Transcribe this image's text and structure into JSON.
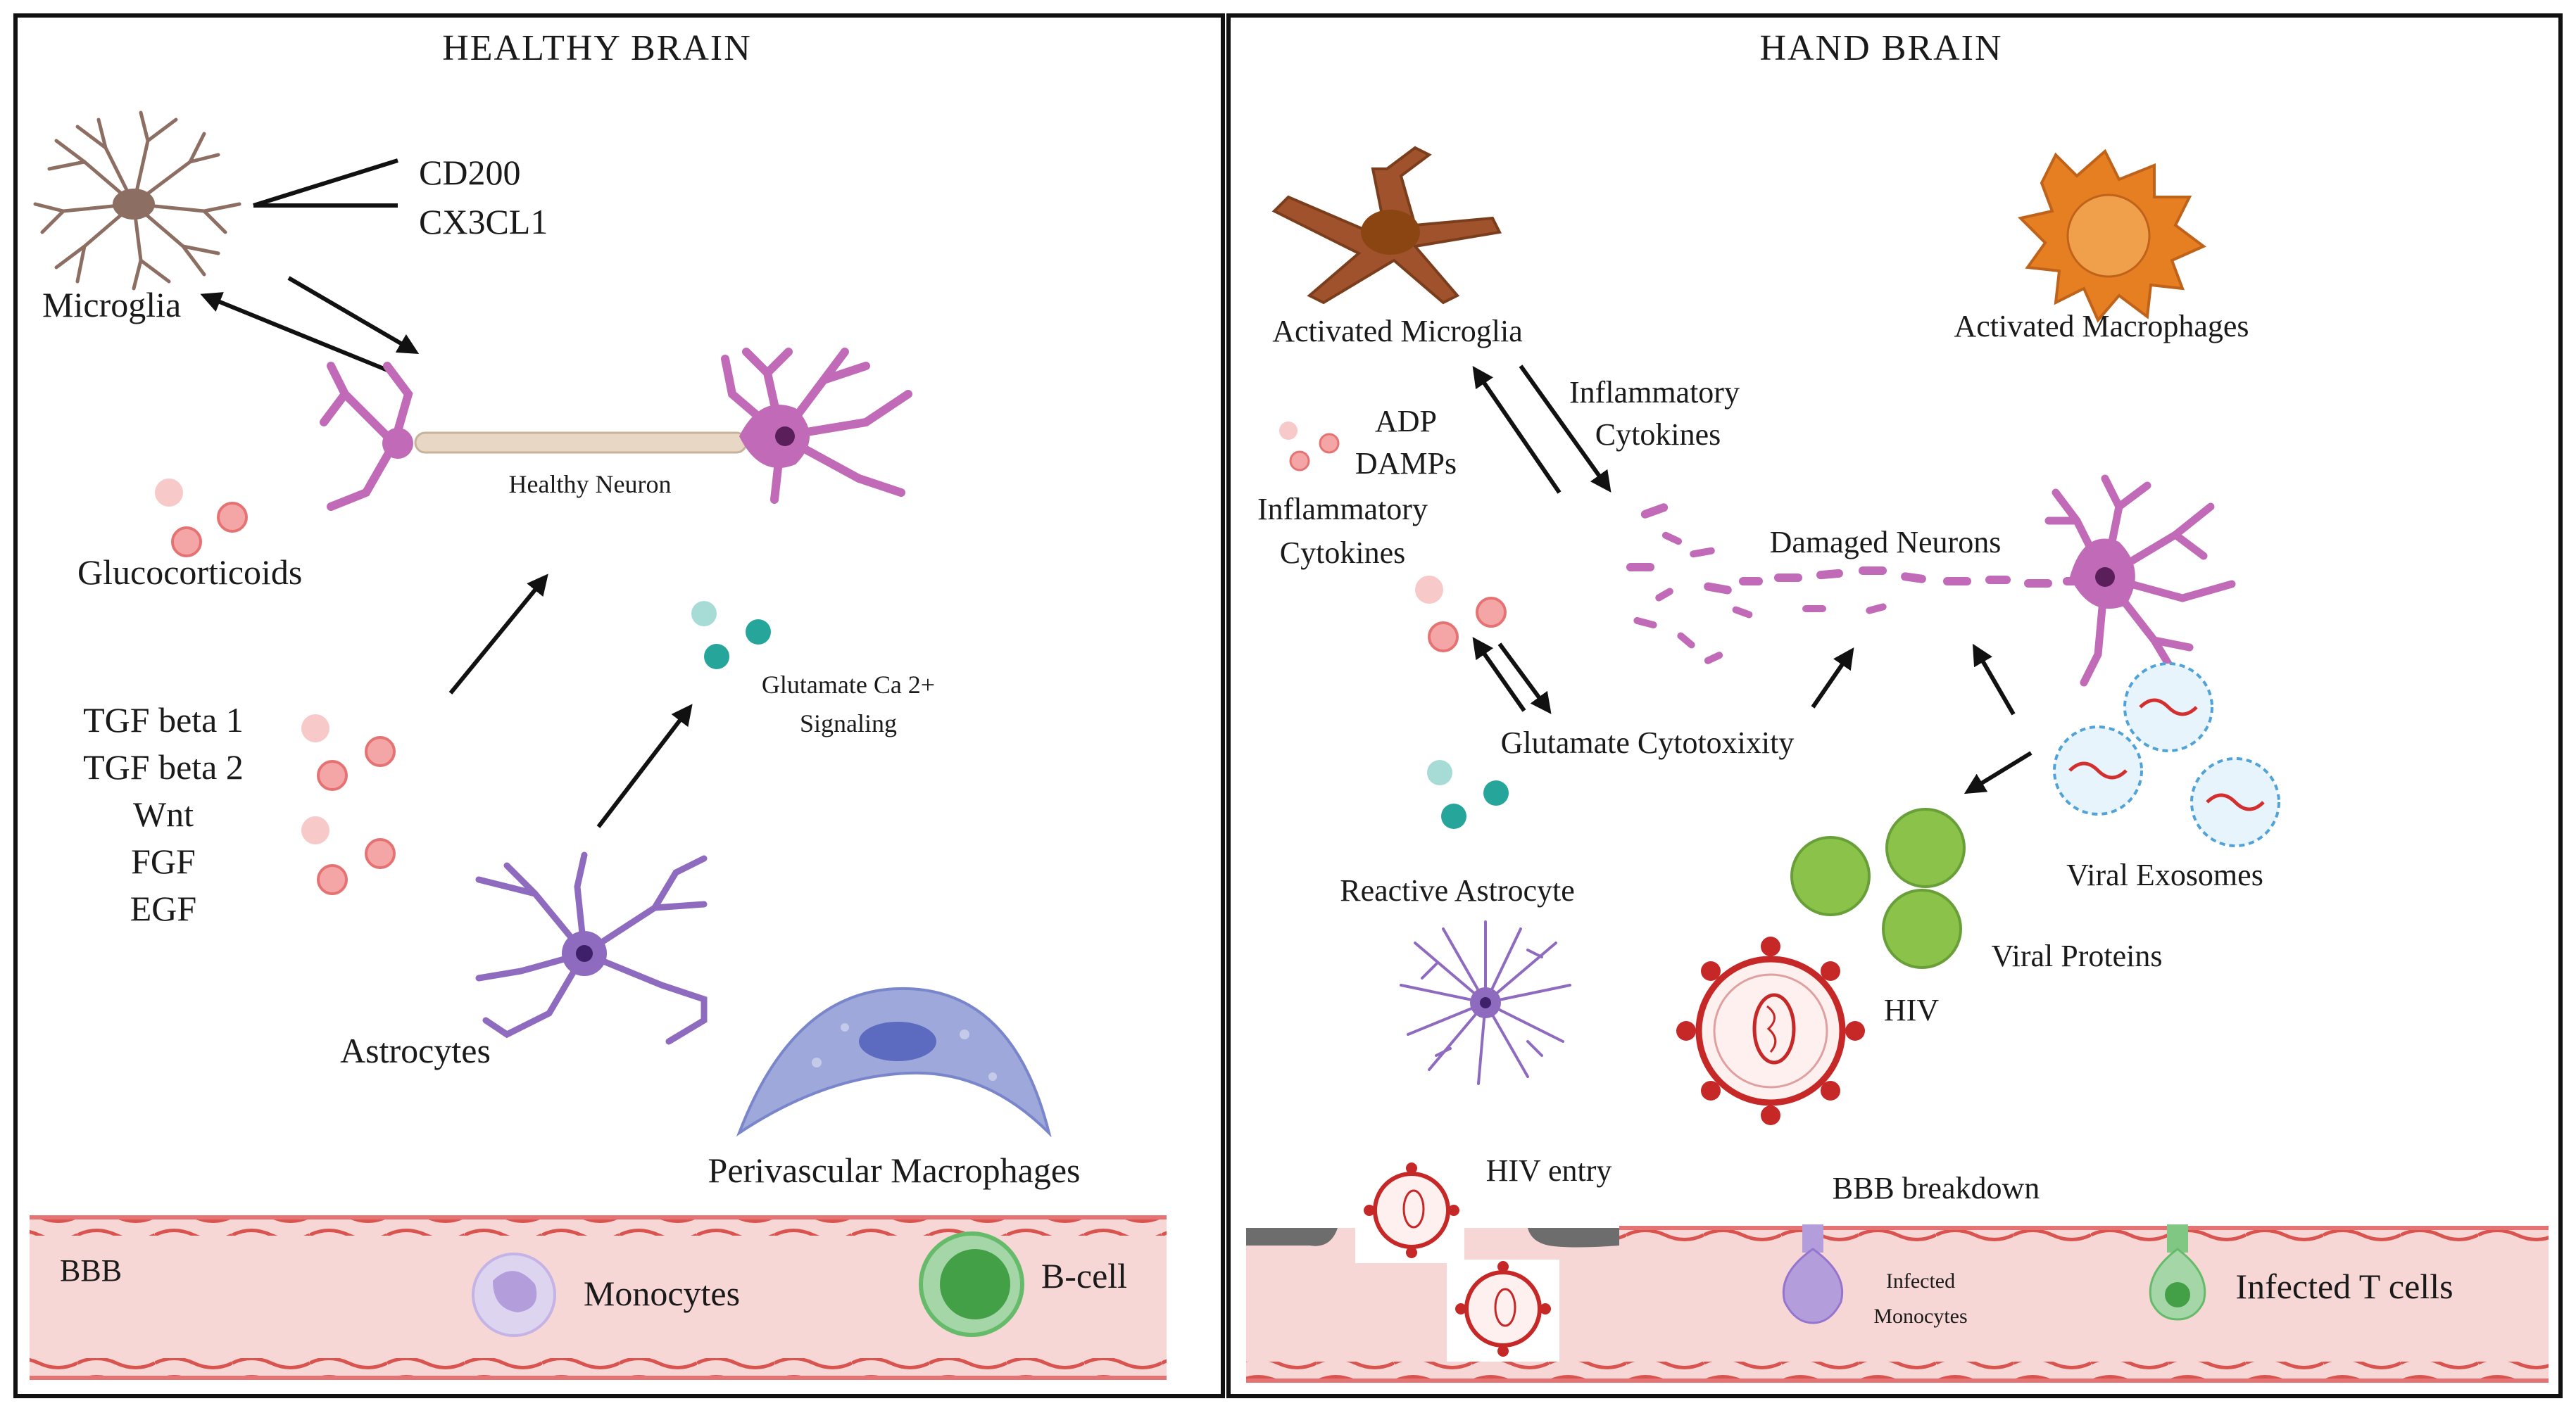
{
  "panels": {
    "left_title": "HEALTHY BRAIN",
    "right_title": "HAND BRAIN"
  },
  "healthy": {
    "microglia": "Microglia",
    "cd200": "CD200",
    "cx3cl1": "CX3CL1",
    "healthy_neuron": "Healthy Neuron",
    "glucocorticoids": "Glucocorticoids",
    "factors": [
      "TGF beta 1",
      "TGF beta 2",
      "Wnt",
      "FGF",
      "EGF"
    ],
    "glutamate_line1": "Glutamate Ca 2+",
    "glutamate_line2": "Signaling",
    "astrocytes": "Astrocytes",
    "perivascular": "Perivascular Macrophages",
    "bbb": "BBB",
    "monocytes": "Monocytes",
    "bcell": "B-cell"
  },
  "hand": {
    "activated_microglia": "Activated Microglia",
    "activated_macrophages": "Activated Macrophages",
    "inflammatory_cytokines_top_1": "Inflammatory",
    "inflammatory_cytokines_top_2": "Cytokines",
    "adp": "ADP",
    "damps": "DAMPs",
    "inflammatory_cytokines_left_1": "Inflammatory",
    "inflammatory_cytokines_left_2": "Cytokines",
    "damaged_neurons": "Damaged Neurons",
    "glutamate_cytotoxicity": "Glutamate Cytotoxixity",
    "reactive_astrocyte": "Reactive Astrocyte",
    "viral_exosomes": "Viral Exosomes",
    "viral_proteins": "Viral Proteins",
    "hiv": "HIV",
    "hiv_entry": "HIV entry",
    "bbb_breakdown": "BBB breakdown",
    "infected_monocytes_1": "Infected",
    "infected_monocytes_2": "Monocytes",
    "infected_t_cells": "Infected T cells"
  },
  "colors": {
    "vessel": "#f7d7d6",
    "vessel_wall": "#e57373",
    "microglia_healthy": "#8d6e63",
    "microglia_activated": "#a0522d",
    "macrophage_activated": "#e67e22",
    "neuron": "#c06ab8",
    "astrocyte": "#8e6bbf",
    "perivascular": "#9fa8da",
    "dot_red": "#e57373",
    "dot_pink": "#f8c9c9",
    "dot_teal": "#26a69a",
    "dot_teal_light": "#a7dcd6",
    "virus": "#c62828",
    "exosome": "#4fa3d9",
    "viral_protein": "#8bc34a",
    "bcell": "#66bb6a",
    "monocyte": "#b39ddb"
  }
}
